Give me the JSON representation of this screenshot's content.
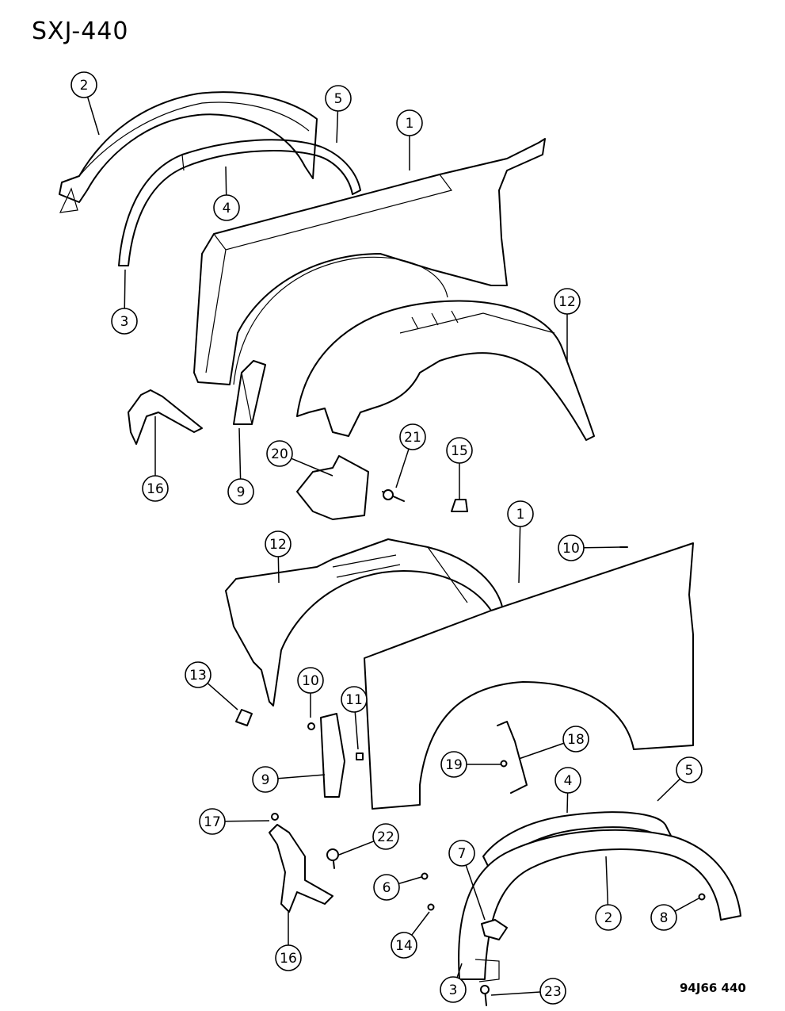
{
  "title": "SXJ-440",
  "diagram_code": "94J66 440",
  "callouts": [
    {
      "label": "2"
    },
    {
      "label": "5"
    },
    {
      "label": "1"
    },
    {
      "label": "4"
    },
    {
      "label": "3"
    },
    {
      "label": "12"
    },
    {
      "label": "16"
    },
    {
      "label": "9"
    },
    {
      "label": "20"
    },
    {
      "label": "21"
    },
    {
      "label": "15"
    },
    {
      "label": "12"
    },
    {
      "label": "1"
    },
    {
      "label": "10"
    },
    {
      "label": "13"
    },
    {
      "label": "10"
    },
    {
      "label": "11"
    },
    {
      "label": "9"
    },
    {
      "label": "18"
    },
    {
      "label": "19"
    },
    {
      "label": "4"
    },
    {
      "label": "5"
    },
    {
      "label": "17"
    },
    {
      "label": "22"
    },
    {
      "label": "7"
    },
    {
      "label": "6"
    },
    {
      "label": "2"
    },
    {
      "label": "8"
    },
    {
      "label": "14"
    },
    {
      "label": "16"
    },
    {
      "label": "3"
    },
    {
      "label": "23"
    }
  ]
}
